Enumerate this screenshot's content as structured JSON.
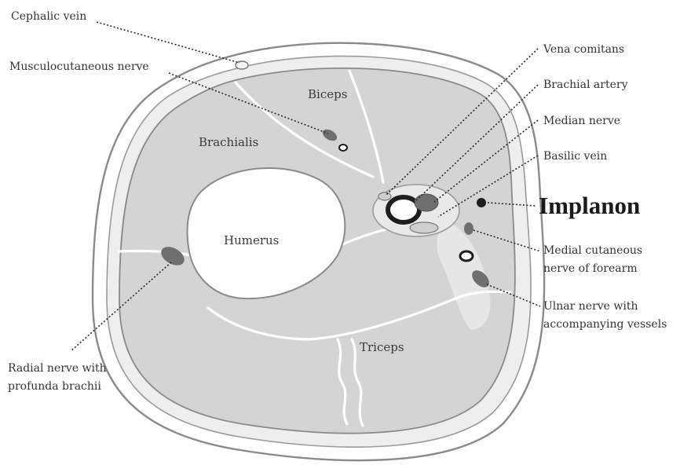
{
  "diagram": {
    "structures": {
      "humerus": "Humerus",
      "biceps": "Biceps",
      "brachialis": "Brachialis",
      "triceps": "Triceps"
    },
    "callouts": {
      "cephalic_vein": "Cephalic vein",
      "musculocutaneous_nerve": "Musculocutaneous nerve",
      "radial_nerve_line1": "Radial nerve with",
      "radial_nerve_line2": "profunda brachii",
      "vena_comitans": "Vena comitans",
      "brachial_artery": "Brachial artery",
      "median_nerve": "Median nerve",
      "basilic_vein": "Basilic vein",
      "implanon": "Implanon",
      "medial_cutaneous_line1": "Medial cutaneous",
      "medial_cutaneous_line2": "nerve of forearm",
      "ulnar_nerve_line1": "Ulnar nerve with",
      "ulnar_nerve_line2": "accompanying vessels"
    },
    "colors": {
      "muscle": "#d4d4d4",
      "outline": "#8a8a8a",
      "bone": "#ffffff",
      "nerve": "#6f6f6f",
      "implant": "#1e1e1e"
    }
  }
}
